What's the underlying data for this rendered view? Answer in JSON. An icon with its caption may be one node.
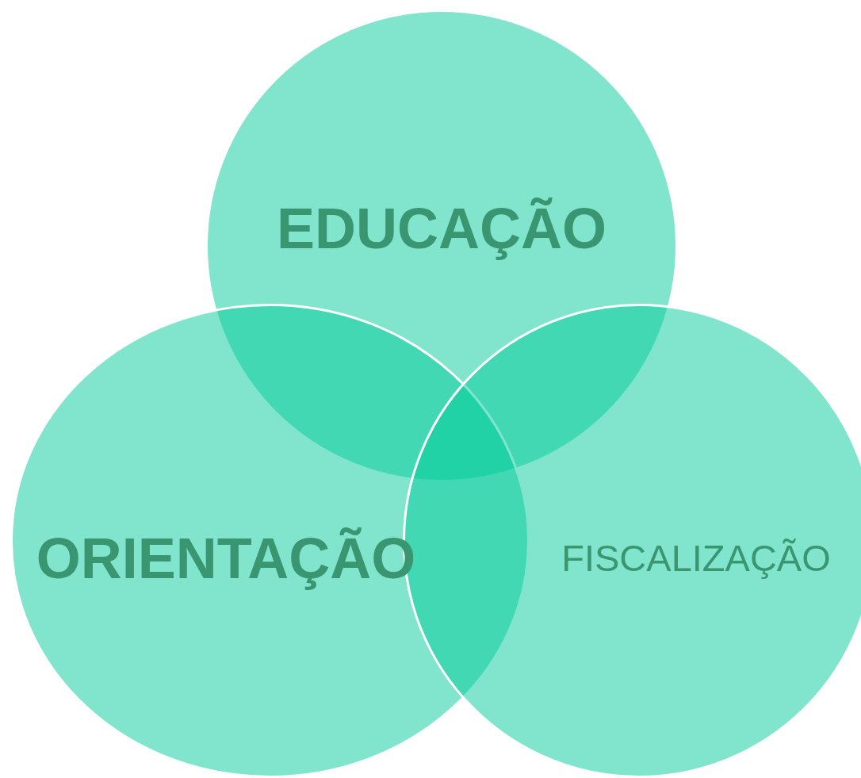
{
  "diagram": {
    "nodes": [
      {
        "text": [
          "EDUCAÇÃO"
        ]
      },
      {
        "text": [
          "ORIENTAÇÃO"
        ]
      },
      {
        "text": [
          "FISCALIZAÇÃO"
        ]
      }
    ]
  }
}
